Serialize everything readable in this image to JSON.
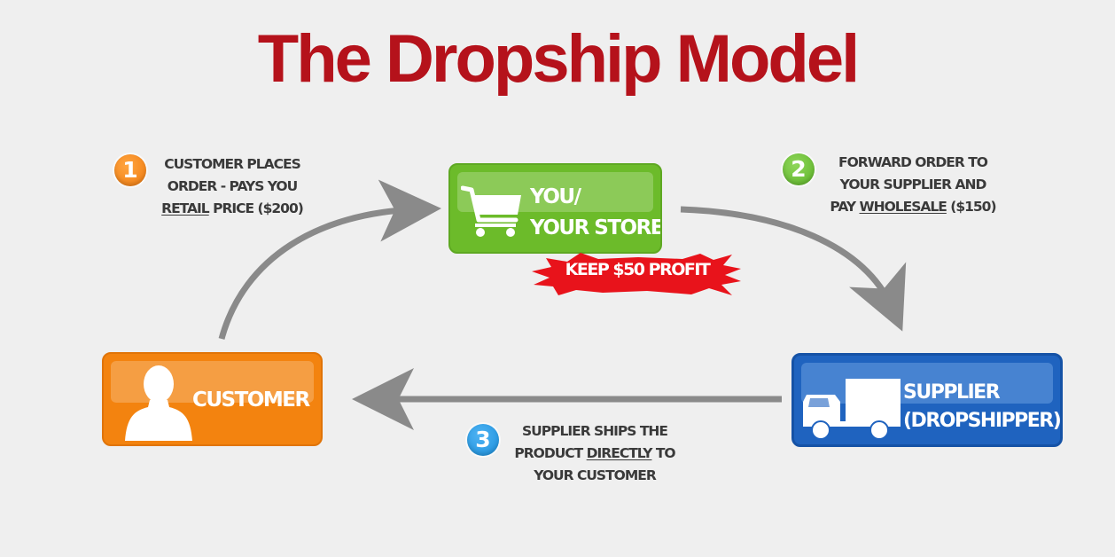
{
  "title": "The Dropship Model",
  "colors": {
    "title": "#b5121b",
    "background": "#efefef",
    "store": "#6cbb2a",
    "customer": "#f3830f",
    "supplier": "#1f63bf",
    "profit_burst": "#e8131b",
    "arrow": "#8a8a8a",
    "step_text": "#3a3a3a"
  },
  "nodes": {
    "store": {
      "line1": "YOU/",
      "line2": "YOUR STORE",
      "icon": "shopping-cart-icon"
    },
    "customer": {
      "label": "CUSTOMER",
      "icon": "person-silhouette-icon"
    },
    "supplier": {
      "line1": "SUPPLIER",
      "line2": "(DROPSHIPPER)",
      "icon": "delivery-truck-icon"
    }
  },
  "profit_badge": {
    "label": "KEEP $50 PROFIT"
  },
  "steps": [
    {
      "number": "1",
      "line1": "CUSTOMER PLACES",
      "line2": "ORDER - PAYS YOU",
      "line3_underlined": "RETAIL",
      "line3_rest": " PRICE ($200)"
    },
    {
      "number": "2",
      "line1": "FORWARD ORDER TO",
      "line2": "YOUR SUPPLIER AND",
      "line3_prefix": "PAY ",
      "line3_underlined": "WHOLESALE",
      "line3_rest": " ($150)"
    },
    {
      "number": "3",
      "line1": "SUPPLIER SHIPS THE",
      "line2_prefix": "PRODUCT ",
      "line2_underlined": "DIRECTLY",
      "line2_rest": " TO",
      "line3": "YOUR CUSTOMER"
    }
  ],
  "flow": [
    {
      "from": "customer",
      "to": "store",
      "step": "1"
    },
    {
      "from": "store",
      "to": "supplier",
      "step": "2"
    },
    {
      "from": "supplier",
      "to": "customer",
      "step": "3"
    }
  ]
}
